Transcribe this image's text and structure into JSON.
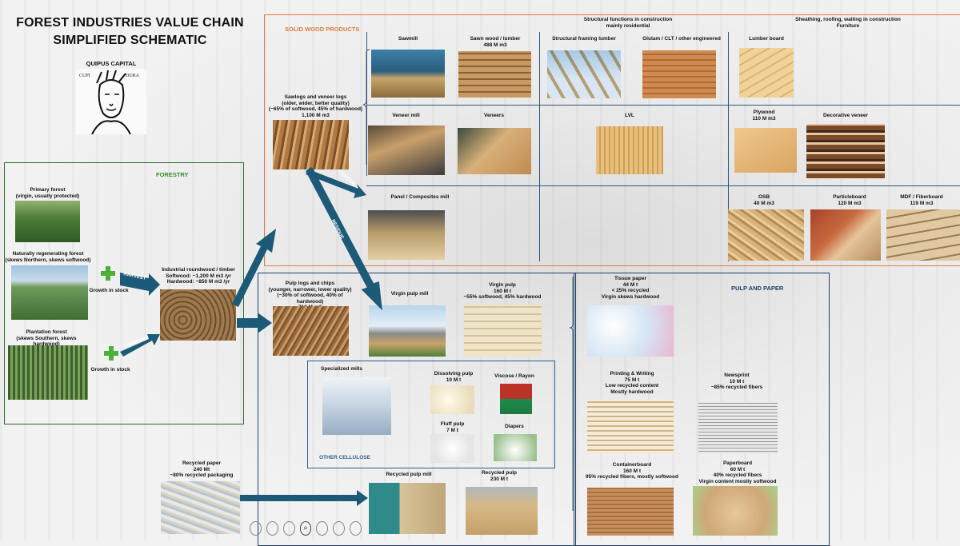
{
  "title": {
    "line1": "FOREST INDUSTRIES VALUE CHAIN",
    "line2": "SIMPLIFIED SCHEMATIC"
  },
  "logo": {
    "name": "QUIPUS CAPITAL"
  },
  "colors": {
    "solid_wood": "#e07b3a",
    "forestry": "#2f6b2f",
    "pulp": "#1f3f66",
    "other_cellulose": "#2e5f8f",
    "arrow": "#1d5a78",
    "plus": "#4caf3a"
  },
  "forestry": {
    "section": "FORESTRY",
    "primary": "Primary forest\n(virgin, usually protected)",
    "natural": "Naturally regenerating forest\n(skews Northern, skews softwood)",
    "plantation": "Plantation forest\n(skews Southern, skews hardwood)",
    "growth1": "Growth in stock",
    "growth2": "Growth in stock",
    "harvest1": "HARVEST",
    "harvest2": "HARVEST",
    "roundwood": "Industrial roundwood / timber\nSoftwood: ~1,200 M m3 /yr\nHardwood: ~850 M m3 /yr"
  },
  "solid_wood": {
    "section": "SOLID WOOD PRODUCTS",
    "header_structural": "Structural functions in construction\nmainly residential",
    "header_sheathing": "Sheathing, roofing, walling in construction\nFurniture",
    "sawlogs": "Sawlogs and veneer logs\n(older, wider, better quality)\n(~65% of softwood, 45% of hardwood)\n1,100 M m3",
    "sawmill": "Sawmill",
    "sawnwood": "Sawn wood / lumber\n488 M m3",
    "framing": "Structural framing lumber",
    "glulam": "Glulam / CLT / other engineered",
    "lumber_board": "Lumber board",
    "veneer_mill": "Veneer mill",
    "veneers": "Veneers",
    "lvl": "LVL",
    "plywood": "Plywood\n110 M m3",
    "decorative": "Decorative veneer",
    "panel_mill": "Panel / Composites mill",
    "osb": "OSB\n40 M m3",
    "particleboard": "Particleboard\n120 M m3",
    "mdf": "MDF / Fiberboard\n119 M m3",
    "residue1": "RESIDUE",
    "residue2": "RESIDUE"
  },
  "pulp": {
    "pulp_logs": "Pulp logs and chips\n(younger, narrower, lower quality)\n(~30% of softwood, 40% of hardwood)\n710 M m3",
    "virgin_mill": "Virgin pulp mill",
    "virgin_pulp": "Virgin pulp\n160 M t\n~55% softwood, 45% hardwood",
    "specialized": "Specialized mills",
    "dissolving": "Dissolving pulp\n10 M t",
    "viscose": "Viscose / Rayon",
    "fluff": "Fluff pulp\n7 M t",
    "diapers": "Diapers",
    "other_cellulose": "OTHER CELLULOSE",
    "recycled_paper": "Recycled paper\n240 Mt\n~80% recycled packaging",
    "recycled_mill": "Recycled pulp mill",
    "recycled_pulp": "Recycled pulp\n230 M t"
  },
  "paper": {
    "section": "PULP AND PAPER",
    "tissue": "Tissue paper\n44 M t\n< 25% recycled\nVirgin skews hardwood",
    "printing": "Printing & Writing\n75 M t\nLow recycled content\nMostly hardwood",
    "newsprint": "Newsprint\n10 M t\n~85% recycled fibers",
    "container": "Containerboard\n160 M t\n95% recycled fibers, mostly softwood",
    "paperboard": "Paperboard\n60 M t\n40% recycled fibers\nVirgin content mostly softwood"
  }
}
